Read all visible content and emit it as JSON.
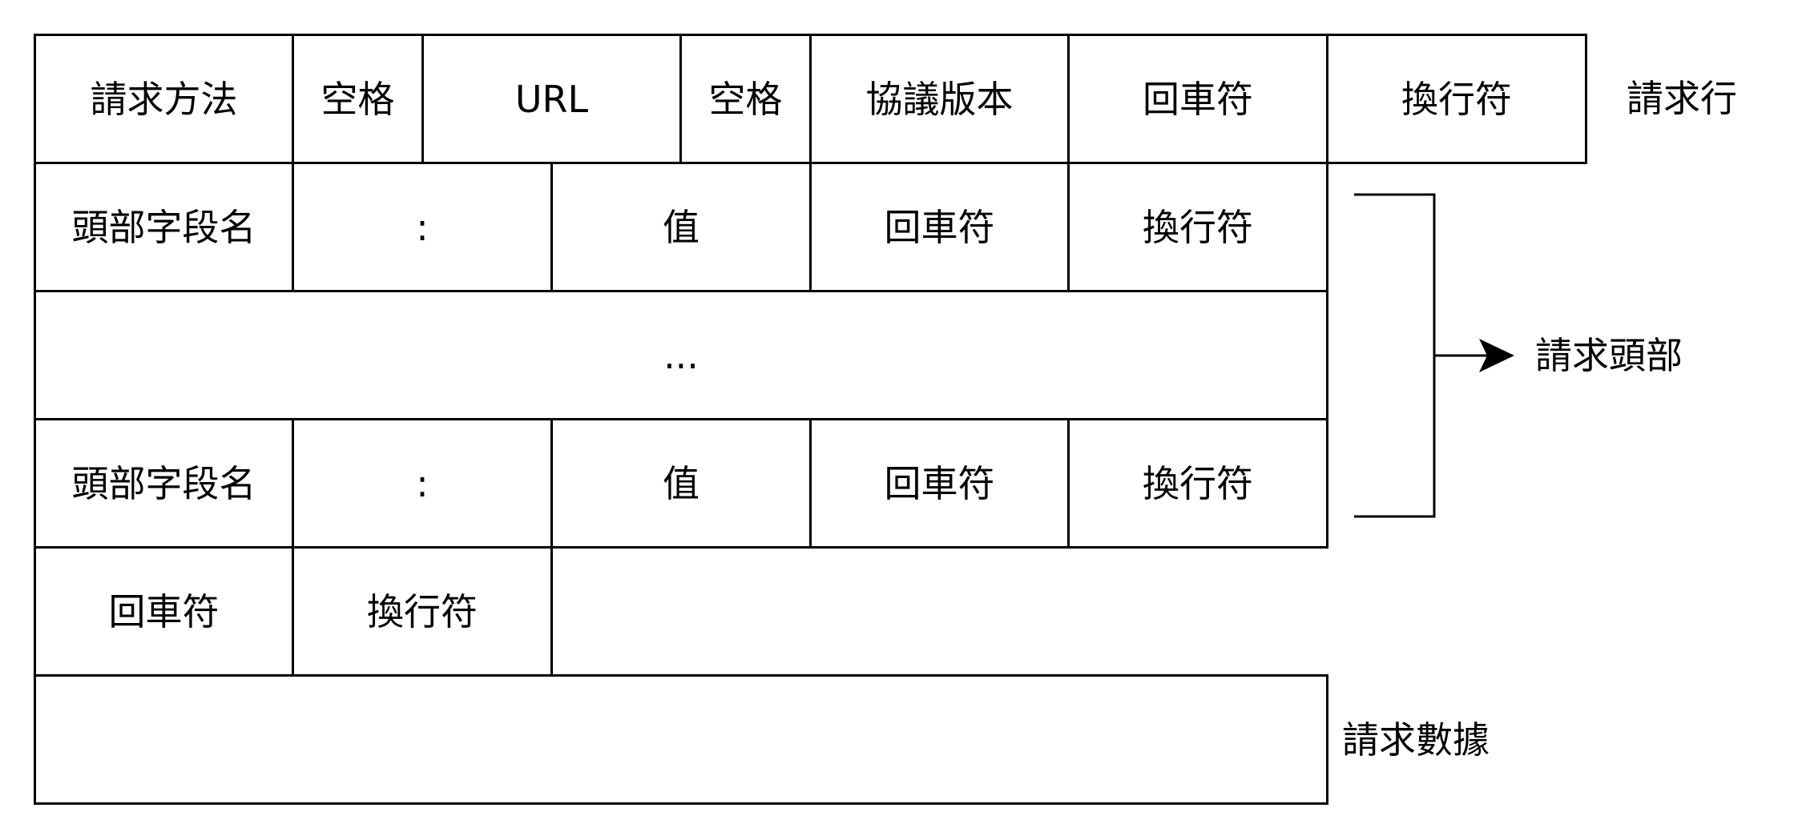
{
  "request_line": {
    "cells": [
      "請求方法",
      "空格",
      "URL",
      "空格",
      "協議版本",
      "回車符",
      "換行符"
    ],
    "label": "請求行"
  },
  "header_row_1": [
    "頭部字段名",
    ":",
    "值",
    "回車符",
    "換行符"
  ],
  "ellipsis_row": "...",
  "header_row_2": [
    "頭部字段名",
    ":",
    "值",
    "回車符",
    "換行符"
  ],
  "blank_line": [
    "回車符",
    "換行符"
  ],
  "header_label": "請求頭部",
  "body_label": "請求數據"
}
